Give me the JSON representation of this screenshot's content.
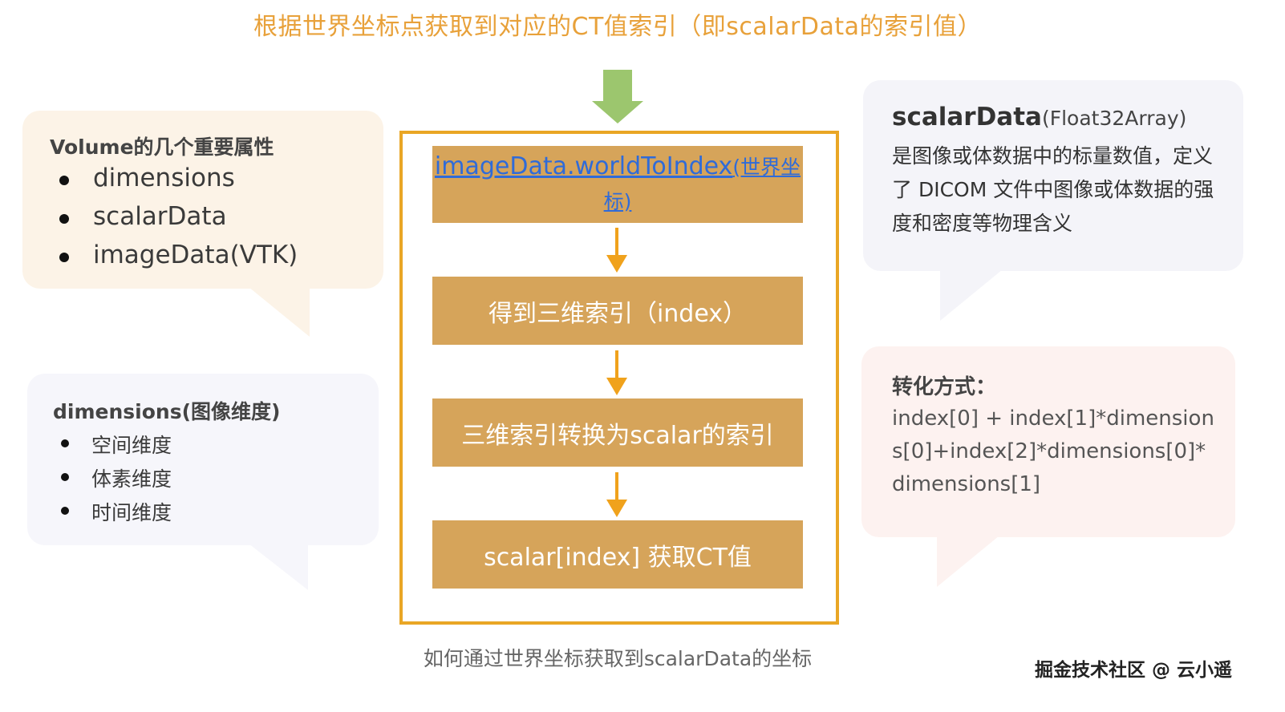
{
  "title": "根据世界坐标点获取到对应的CT值索引（即scalarData的索引值）",
  "volume_box": {
    "heading": "Volume的几个重要属性",
    "items": [
      "dimensions",
      "scalarData",
      "imageData(VTK)"
    ]
  },
  "dimensions_box": {
    "heading": "dimensions(图像维度)",
    "items": [
      "空间维度",
      "体素维度",
      "时间维度"
    ]
  },
  "scalar_box": {
    "title_main": "scalarData",
    "title_sub": "(Float32Array)",
    "description": "是图像或体数据中的标量数值，定义了 DICOM 文件中图像或体数据的强度和密度等物理含义"
  },
  "conversion_box": {
    "heading": "转化方式：",
    "formula": "index[0] + index[1]*dimensions[0]+index[2]*dimensions[0]*dimensions[1]"
  },
  "flow": {
    "step1_link": "imageData.worldToIndex",
    "step1_link_cn": "(世界坐标)",
    "step2": "得到三维索引（index）",
    "step3": "三维索引转换为scalar的索引",
    "step4": "scalar[index] 获取CT值"
  },
  "colors": {
    "title": "#e8a13a",
    "step_fill": "#d6a45a",
    "frame": "#e9a625",
    "arrow": "#f0a21c",
    "green_arrow": "#9cc66e",
    "link": "#2f6bd9"
  },
  "caption": "如何通过世界坐标获取到scalarData的坐标",
  "watermark": "掘金技术社区 @ 云小遥"
}
